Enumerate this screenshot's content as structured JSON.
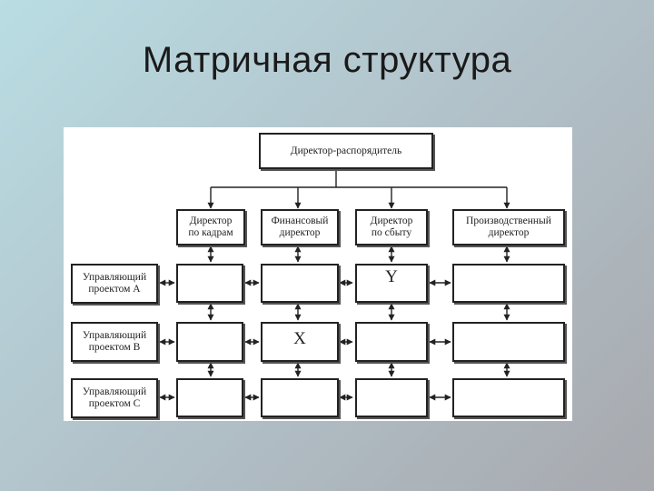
{
  "slide": {
    "title": "Матричная структура"
  },
  "diagram": {
    "top": {
      "line1": "Директор-распорядитель"
    },
    "directors": [
      {
        "line1": "Директор",
        "line2": "по кадрам"
      },
      {
        "line1": "Финансовый",
        "line2": "директор"
      },
      {
        "line1": "Директор",
        "line2": "по сбыту"
      },
      {
        "line1": "Производственный",
        "line2": "директор"
      }
    ],
    "managers": [
      {
        "line1": "Управляющий",
        "line2": "проектом А"
      },
      {
        "line1": "Управляющий",
        "line2": "проектом В"
      },
      {
        "line1": "Управляющий",
        "line2": "проектом С"
      }
    ],
    "cells": {
      "y": "Y",
      "x": "X"
    }
  }
}
